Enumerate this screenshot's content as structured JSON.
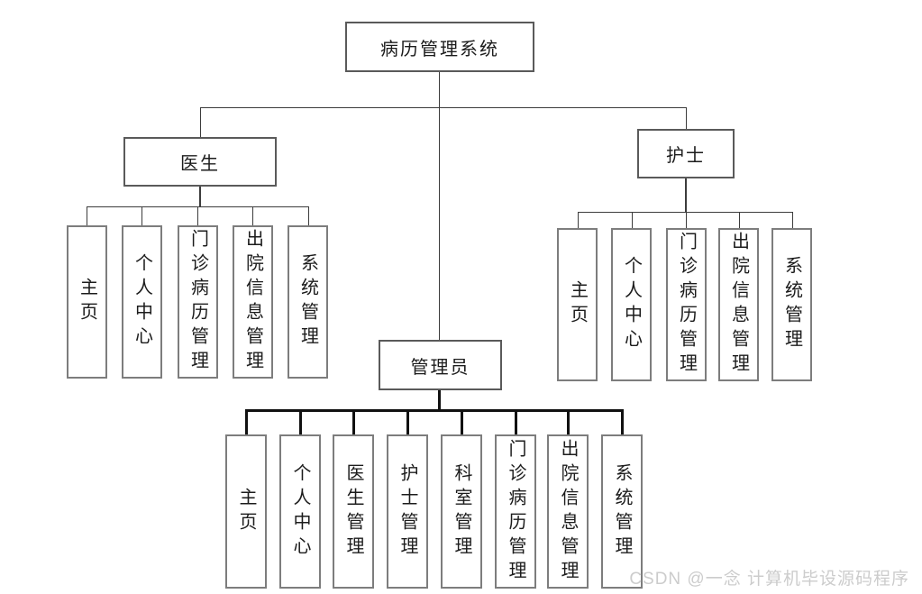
{
  "diagram": {
    "title": "病历管理系统",
    "root": {
      "label": "病历管理系统"
    },
    "branches": [
      {
        "label": "医生",
        "children": [
          "主页",
          "个人中心",
          "门诊病历管理",
          "出院信息管理",
          "系统管理"
        ]
      },
      {
        "label": "护士",
        "children": [
          "主页",
          "个人中心",
          "门诊病历管理",
          "出院信息管理",
          "系统管理"
        ]
      },
      {
        "label": "管理员",
        "children": [
          "主页",
          "个人中心",
          "医生管理",
          "护士管理",
          "科室管理",
          "门诊病历管理",
          "出院信息管理",
          "系统管理"
        ]
      }
    ]
  },
  "watermark": {
    "text": "CSDN @一念 计算机毕设源码程序"
  },
  "colors": {
    "background": "#ffffff",
    "child_box_border": "#7d7d7d",
    "parent_box_border": "#5a5a5a",
    "connector": "#3c3c3c",
    "connector_bold": "#111111",
    "text": "#1c1c1c",
    "watermark_text": "#cccccc"
  }
}
